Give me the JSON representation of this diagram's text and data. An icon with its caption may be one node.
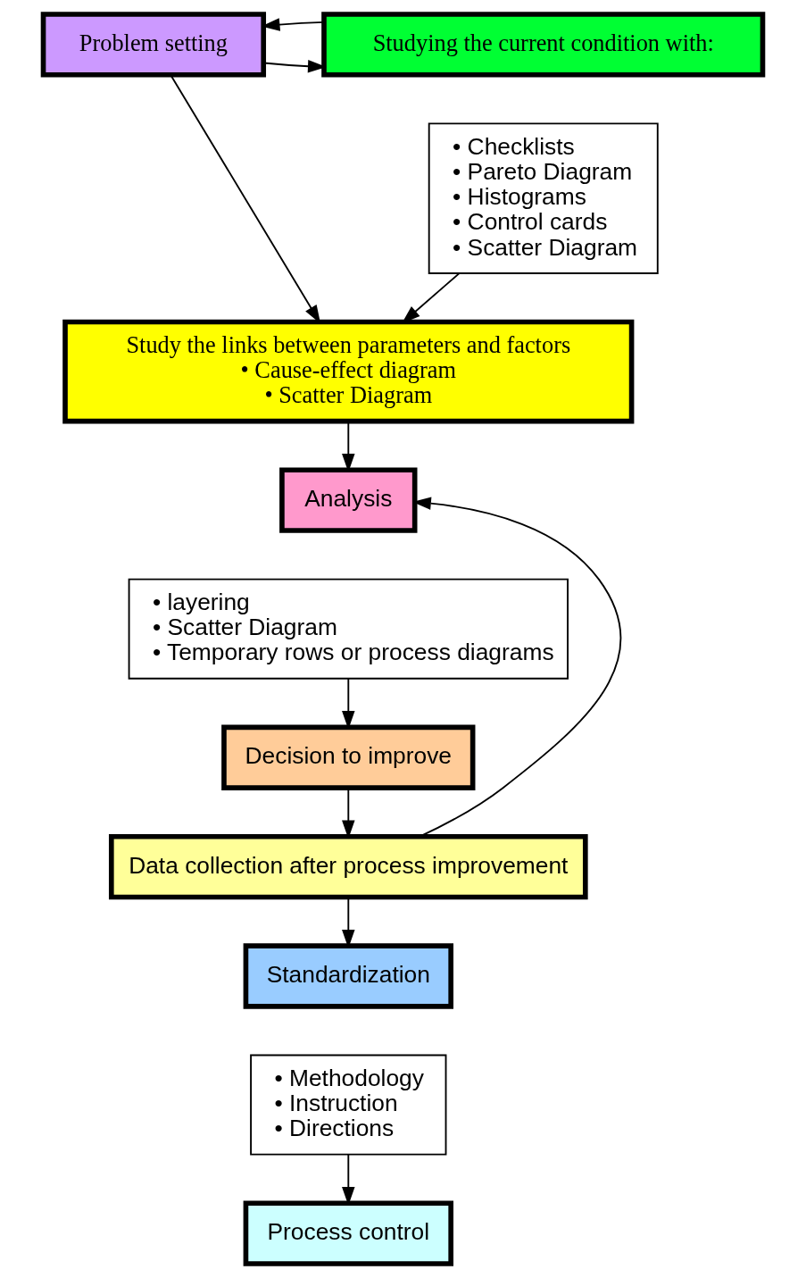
{
  "diagram": {
    "nodes": [
      {
        "text": [
          "Problem setting"
        ]
      },
      {
        "text": [
          "Studying the current condition with:"
        ]
      },
      {
        "text": [
          "• Checklists",
          "• Pareto Diagram",
          "• Histograms",
          "• Control cards",
          "• Scatter Diagram"
        ]
      },
      {
        "text": [
          "Study the links between parameters and factors",
          "• Cause-effect diagram",
          "• Scatter Diagram"
        ]
      },
      {
        "text": [
          "Analysis"
        ]
      },
      {
        "text": [
          "• layering",
          "• Scatter Diagram",
          "• Temporary rows or process diagrams"
        ]
      },
      {
        "text": [
          "Decision to improve"
        ]
      },
      {
        "text": [
          "Data collection after process improvement"
        ]
      },
      {
        "text": [
          "Standardization"
        ]
      },
      {
        "text": [
          "• Methodology",
          "• Instruction",
          "• Directions"
        ]
      },
      {
        "text": [
          "Process control"
        ]
      }
    ],
    "edges": [
      {
        "from": 0,
        "to": 1,
        "arrow": "to"
      },
      {
        "from": 1,
        "to": 0,
        "arrow": "to"
      },
      {
        "from": 0,
        "to": 3,
        "arrow": "to"
      },
      {
        "from": 2,
        "to": 3,
        "arrow": "to"
      },
      {
        "from": 3,
        "to": 4,
        "arrow": "to"
      },
      {
        "from": 5,
        "to": 6,
        "arrow": "to"
      },
      {
        "from": 6,
        "to": 7,
        "arrow": "to"
      },
      {
        "from": 7,
        "to": 4,
        "arrow": "to"
      },
      {
        "from": 7,
        "to": 8,
        "arrow": "to"
      },
      {
        "from": 9,
        "to": 10,
        "arrow": "to"
      }
    ]
  }
}
